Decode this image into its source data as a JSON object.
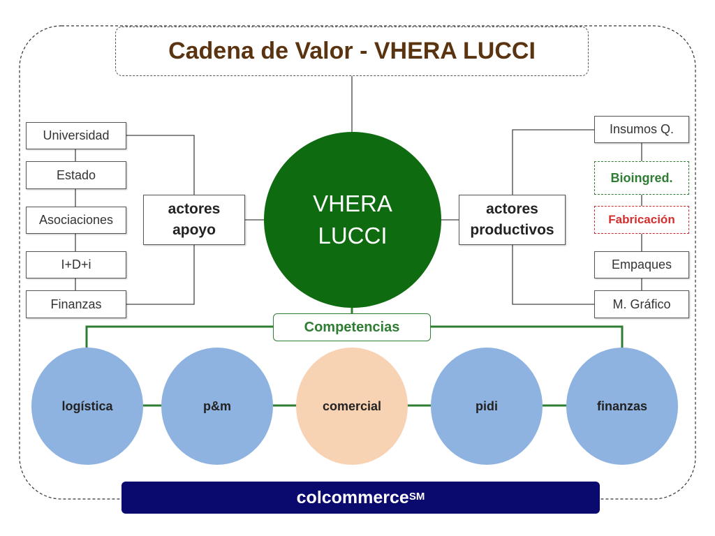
{
  "title": "Cadena de Valor - VHERA LUCCI",
  "center": {
    "line1": "VHERA",
    "line2": "LUCCI",
    "color": "#0f6b0f"
  },
  "support_hub": {
    "line1": "actores",
    "line2": "apoyo"
  },
  "productive_hub": {
    "line1": "actores",
    "line2": "productivos"
  },
  "support_actors": [
    "Universidad",
    "Estado",
    "Asociaciones",
    "I+D+i",
    "Finanzas"
  ],
  "productive_actors": [
    "Insumos Q.",
    "Bioingred.",
    "Fabricación",
    "Empaques",
    "M. Gráfico"
  ],
  "competencias_label": "Competencias",
  "competencias": [
    {
      "label": "logística",
      "color": "#8fb3e0"
    },
    {
      "label": "p&m",
      "color": "#8fb3e0"
    },
    {
      "label": "comercial",
      "color": "#f7d2b3"
    },
    {
      "label": "pidi",
      "color": "#8fb3e0"
    },
    {
      "label": "finanzas",
      "color": "#8fb3e0"
    }
  ],
  "footer": {
    "brand": "colcommerce",
    "mark": "SM",
    "color": "#0a0a6e"
  },
  "colors": {
    "title": "#5a3410",
    "green": "#2e7d32",
    "red": "#d32f2f"
  }
}
